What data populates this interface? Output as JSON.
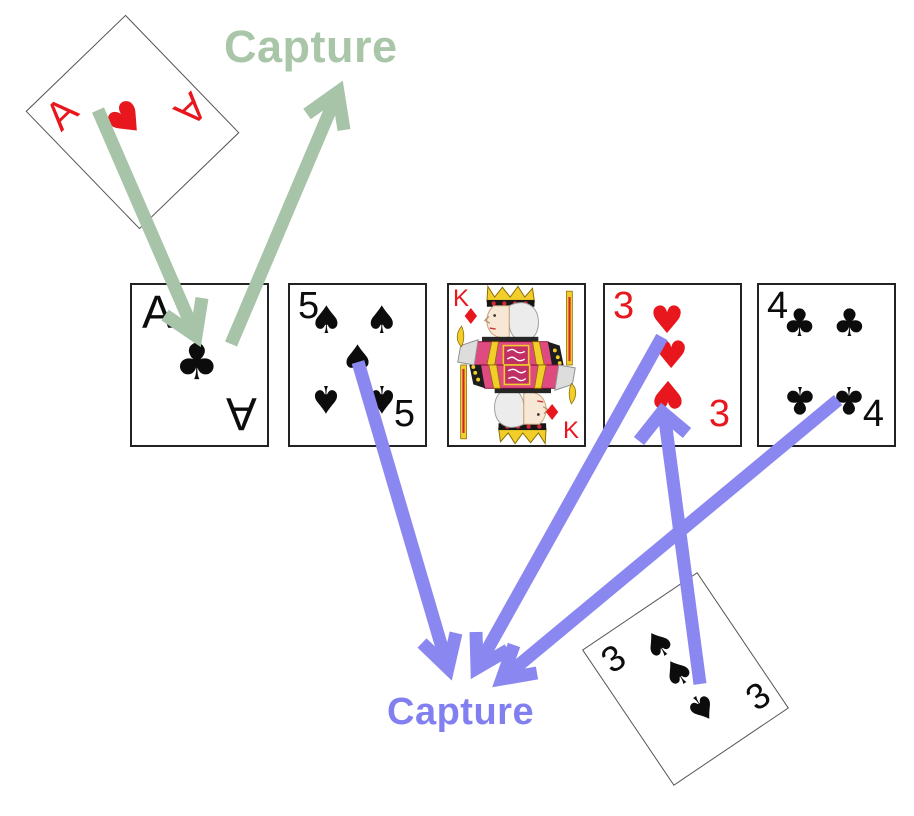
{
  "labels": {
    "capture_top": "Capture",
    "capture_bottom": "Capture"
  },
  "colors": {
    "background": "#ffffff",
    "green_arrow": "#a8c4a8",
    "green_label": "#a9c6a9",
    "purple_arrow": "#8a88f0",
    "purple_label": "#8280f0",
    "suit_red": "#e8161d",
    "suit_black": "#0c0c0c",
    "card_border": "#222222"
  },
  "cards": {
    "ace_of_hearts": {
      "name": "Ace of Hearts",
      "rank": "A",
      "suit": "♥"
    },
    "ace_of_clubs": {
      "name": "Ace of Clubs",
      "rank": "A",
      "suit": "♣"
    },
    "five_of_spades": {
      "name": "Five of Spades",
      "rank": "5",
      "suit": "♠"
    },
    "king_of_diamonds": {
      "name": "King of Diamonds",
      "rank": "K",
      "suit": "♦"
    },
    "three_of_hearts": {
      "name": "Three of Hearts",
      "rank": "3",
      "suit": "♥"
    },
    "four_of_clubs": {
      "name": "Four of Clubs",
      "rank": "4",
      "suit": "♣"
    },
    "three_of_spades": {
      "name": "Three of Spades",
      "rank": "3",
      "suit": "♠"
    }
  },
  "arrows": {
    "green": [
      {
        "from": "ace_of_hearts",
        "to": "ace_of_clubs"
      },
      {
        "from": "ace_of_clubs",
        "to": "capture_top"
      }
    ],
    "purple": [
      {
        "from": "five_of_spades",
        "to": "capture_bottom"
      },
      {
        "from": "three_of_hearts",
        "to": "capture_bottom"
      },
      {
        "from": "four_of_clubs",
        "to": "capture_bottom"
      },
      {
        "from": "three_of_spades",
        "to": "three_of_hearts"
      }
    ]
  }
}
